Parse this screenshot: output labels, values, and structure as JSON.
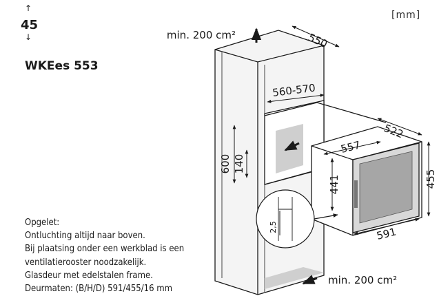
{
  "header": {
    "height_label": "45",
    "model": "WKEes 553",
    "unit": "[mm]"
  },
  "diagram": {
    "vent_top": "min. 200 cm²",
    "vent_bottom": "min. 200 cm²",
    "dims": {
      "depth_top": "550",
      "niche_width": "560-570",
      "depth_unit": "522",
      "unit_width": "557",
      "niche_height": "600",
      "opening_height": "140",
      "unit_height_441": "441",
      "unit_height_455": "455",
      "door_width": "591",
      "gap": "2,5"
    }
  },
  "notes": [
    "Opgelet:",
    "Ontluchting altijd naar boven.",
    "Bij plaatsing onder een werkblad is een",
    "ventilatierooster noodzakelijk.",
    "Glasdeur met edelstalen frame.",
    "Deurmaten: (B/H/D) 591/455/16 mm"
  ]
}
